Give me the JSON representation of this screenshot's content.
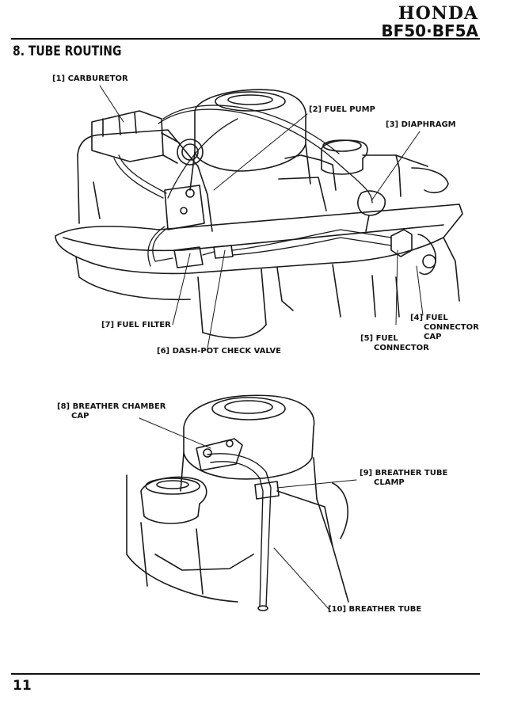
{
  "header": {
    "brand": "HONDA",
    "model": "BF50·BF5A"
  },
  "section": {
    "title": "8. TUBE ROUTING"
  },
  "figure1": {
    "labels": {
      "carburetor": "[1] CARBURETOR",
      "fuel_pump": "[2] FUEL PUMP",
      "diaphragm": "[3] DIAPHRAGM",
      "fuel_connector_cap_1": "[4] FUEL",
      "fuel_connector_cap_2": "CONNECTOR",
      "fuel_connector_cap_3": "CAP",
      "fuel_connector_1": "[5] FUEL",
      "fuel_connector_2": "CONNECTOR",
      "dash_pot": "[6] DASH-POT CHECK VALVE",
      "fuel_filter": "[7] FUEL FILTER"
    }
  },
  "figure2": {
    "labels": {
      "breather_chamber_cap_1": "[8] BREATHER CHAMBER",
      "breather_chamber_cap_2": "CAP",
      "breather_tube_clamp_1": "[9] BREATHER TUBE",
      "breather_tube_clamp_2": "CLAMP",
      "breather_tube": "[10] BREATHER TUBE"
    }
  },
  "footer": {
    "page_number": "11"
  }
}
